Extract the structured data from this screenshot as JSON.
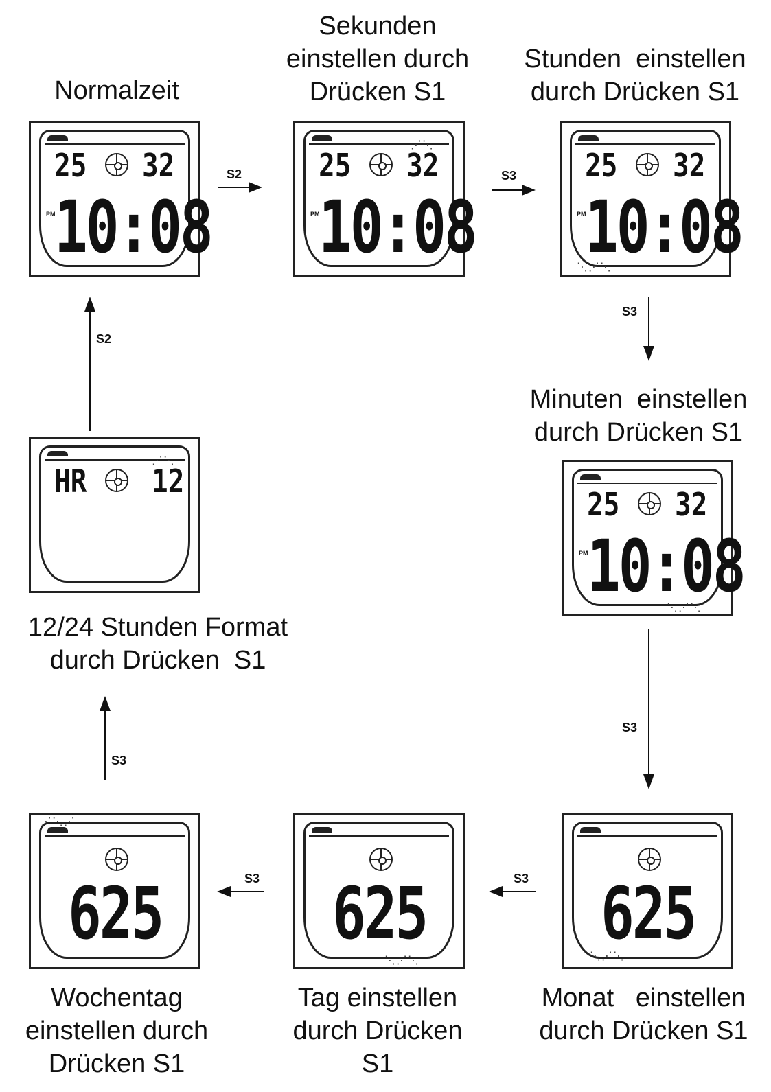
{
  "captions": {
    "normalzeit": "Normalzeit",
    "sekunden": [
      "Sekunden",
      "einstellen durch",
      "Drücken S1"
    ],
    "stunden": [
      "Stunden  einstellen",
      "durch Drücken S1"
    ],
    "minuten": [
      "Minuten  einstellen",
      "durch Drücken S1"
    ],
    "format": [
      "12/24 Stunden Format",
      "durch Drücken  S1"
    ],
    "wochentag": [
      "Wochentag",
      "einstellen durch",
      "Drücken S1"
    ],
    "tag": [
      "Tag einstellen",
      "durch Drücken",
      "S1"
    ],
    "monat": [
      "Monat   einstellen",
      "durch Drücken S1"
    ]
  },
  "display": {
    "top_left": "25",
    "top_right": "32",
    "time": "10:08",
    "pm": "PM",
    "hr": "HR",
    "hr_value": "12",
    "date": "625"
  },
  "arrows": {
    "a1": "S2",
    "a2": "S3",
    "a3": "S3",
    "a4": "S3",
    "a5": "S3",
    "a6": "S3",
    "a7": "S3",
    "a8": "S2"
  },
  "icons": {
    "dial": "dial-icon",
    "blink": "blink-marks-icon"
  }
}
